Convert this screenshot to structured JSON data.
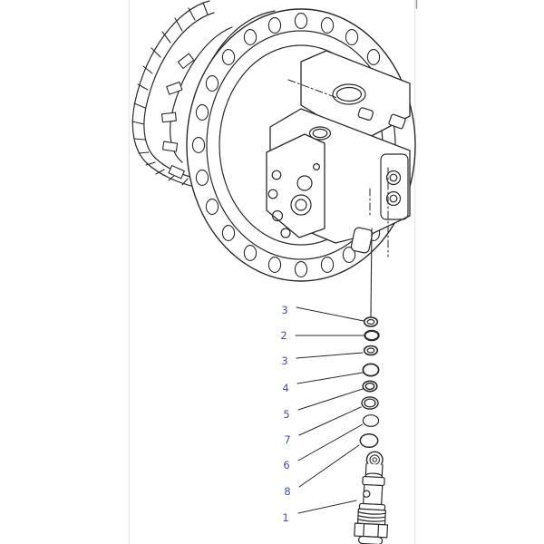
{
  "window": {
    "background": "#ffffff"
  },
  "diagram": {
    "callouts": [
      {
        "label": "3"
      },
      {
        "label": "2"
      },
      {
        "label": "3"
      },
      {
        "label": "4"
      },
      {
        "label": "5"
      },
      {
        "label": "7"
      },
      {
        "label": "6"
      },
      {
        "label": "8"
      },
      {
        "label": "1"
      }
    ],
    "colors": {
      "callout_text": "#4847cb",
      "drawing_line": "#2a2a2a",
      "panel_divider": "#e8e8e8"
    }
  }
}
